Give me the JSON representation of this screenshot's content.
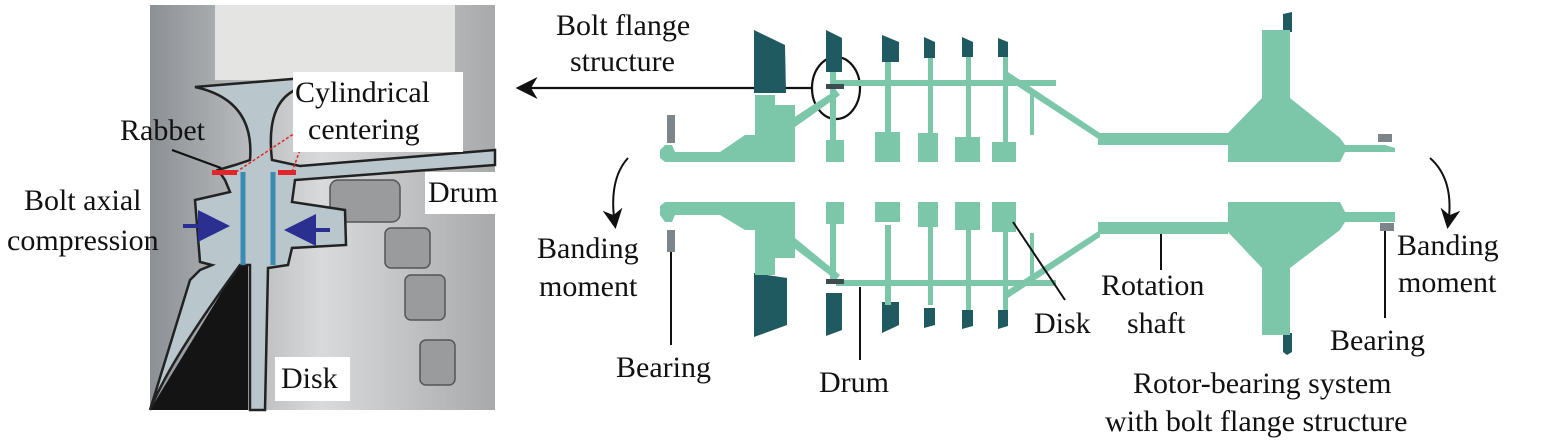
{
  "colors": {
    "rotor_green": "#7cc7a9",
    "blade_dark": "#1f5a60",
    "flange_section": "#b9c7cc",
    "bolt_blue": "#3b8bb0",
    "contact_red": "#e0262a",
    "arrow_navy": "#2b2f8f",
    "bearing_gray": "#7e858a"
  },
  "detail_view": {
    "labels": {
      "rabbet": "Rabbet",
      "cylindrical_1": "Cylindrical",
      "cylindrical_2": "centering",
      "bolt_1": "Bolt axial",
      "bolt_2": "compression",
      "drum": "Drum",
      "disk": "Disk"
    }
  },
  "system_view": {
    "labels": {
      "flange_1": "Bolt flange",
      "flange_2": "structure",
      "banding_left_1": "Banding",
      "banding_left_2": "moment",
      "bearing_left": "Bearing",
      "drum": "Drum",
      "disk": "Disk",
      "shaft_1": "Rotation",
      "shaft_2": "shaft",
      "banding_right_1": "Banding",
      "banding_right_2": "moment",
      "bearing_right": "Bearing",
      "caption_1": "Rotor-bearing system",
      "caption_2": "with bolt flange structure"
    }
  }
}
